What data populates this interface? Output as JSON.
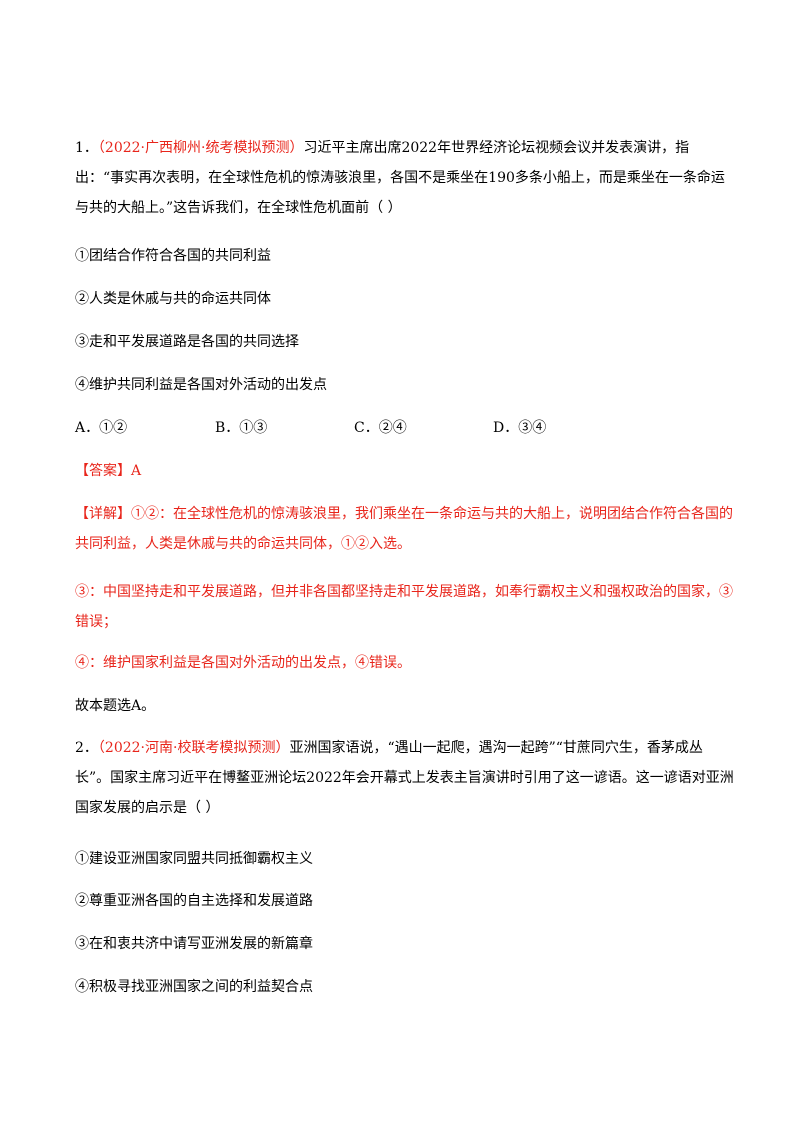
{
  "q1": {
    "number": "1．",
    "source": "（2022·广西柳州·统考模拟预测）",
    "stem": "习近平主席出席2022年世界经济论坛视频会议并发表演讲，指出：“事实再次表明，在全球性危机的惊涛骇浪里，各国不是乘坐在190多条小船上，而是乘坐在一条命运与共的大船上。”这告诉我们，在全球性危机面前（    ）",
    "statements": [
      "①团结合作符合各国的共同利益",
      "②人类是休戚与共的命运共同体",
      "③走和平发展道路是各国的共同选择",
      "④维护共同利益是各国对外活动的出发点"
    ],
    "options": [
      "A．①②",
      "B．①③",
      "C．②④",
      "D．③④"
    ],
    "answer_label": "【答案】",
    "answer": "A",
    "detail_label": "【详解】",
    "detail": [
      "①②：在全球性危机的惊涛骇浪里，我们乘坐在一条命运与共的大船上，说明团结合作符合各国的共同利益，人类是休戚与共的命运共同体，①②入选。",
      "③：中国坚持走和平发展道路，但并非各国都坚持走和平发展道路，如奉行霸权主义和强权政治的国家，③错误；",
      "④：维护国家利益是各国对外活动的出发点，④错误。"
    ],
    "conclusion": "故本题选A。"
  },
  "q2": {
    "number": "2．",
    "source": "（2022·河南·校联考模拟预测）",
    "stem": "亚洲国家语说，“遇山一起爬，遇沟一起跨”“甘蔗同穴生，香茅成丛长”。国家主席习近平在博鳌亚洲论坛2022年会开幕式上发表主旨演讲时引用了这一谚语。这一谚语对亚洲国家发展的启示是（    ）",
    "statements": [
      "①建设亚洲国家同盟共同抵御霸权主义",
      "②尊重亚洲各国的自主选择和发展道路",
      "③在和衷共济中请写亚洲发展的新篇章",
      "④积极寻找亚洲国家之间的利益契合点"
    ]
  }
}
